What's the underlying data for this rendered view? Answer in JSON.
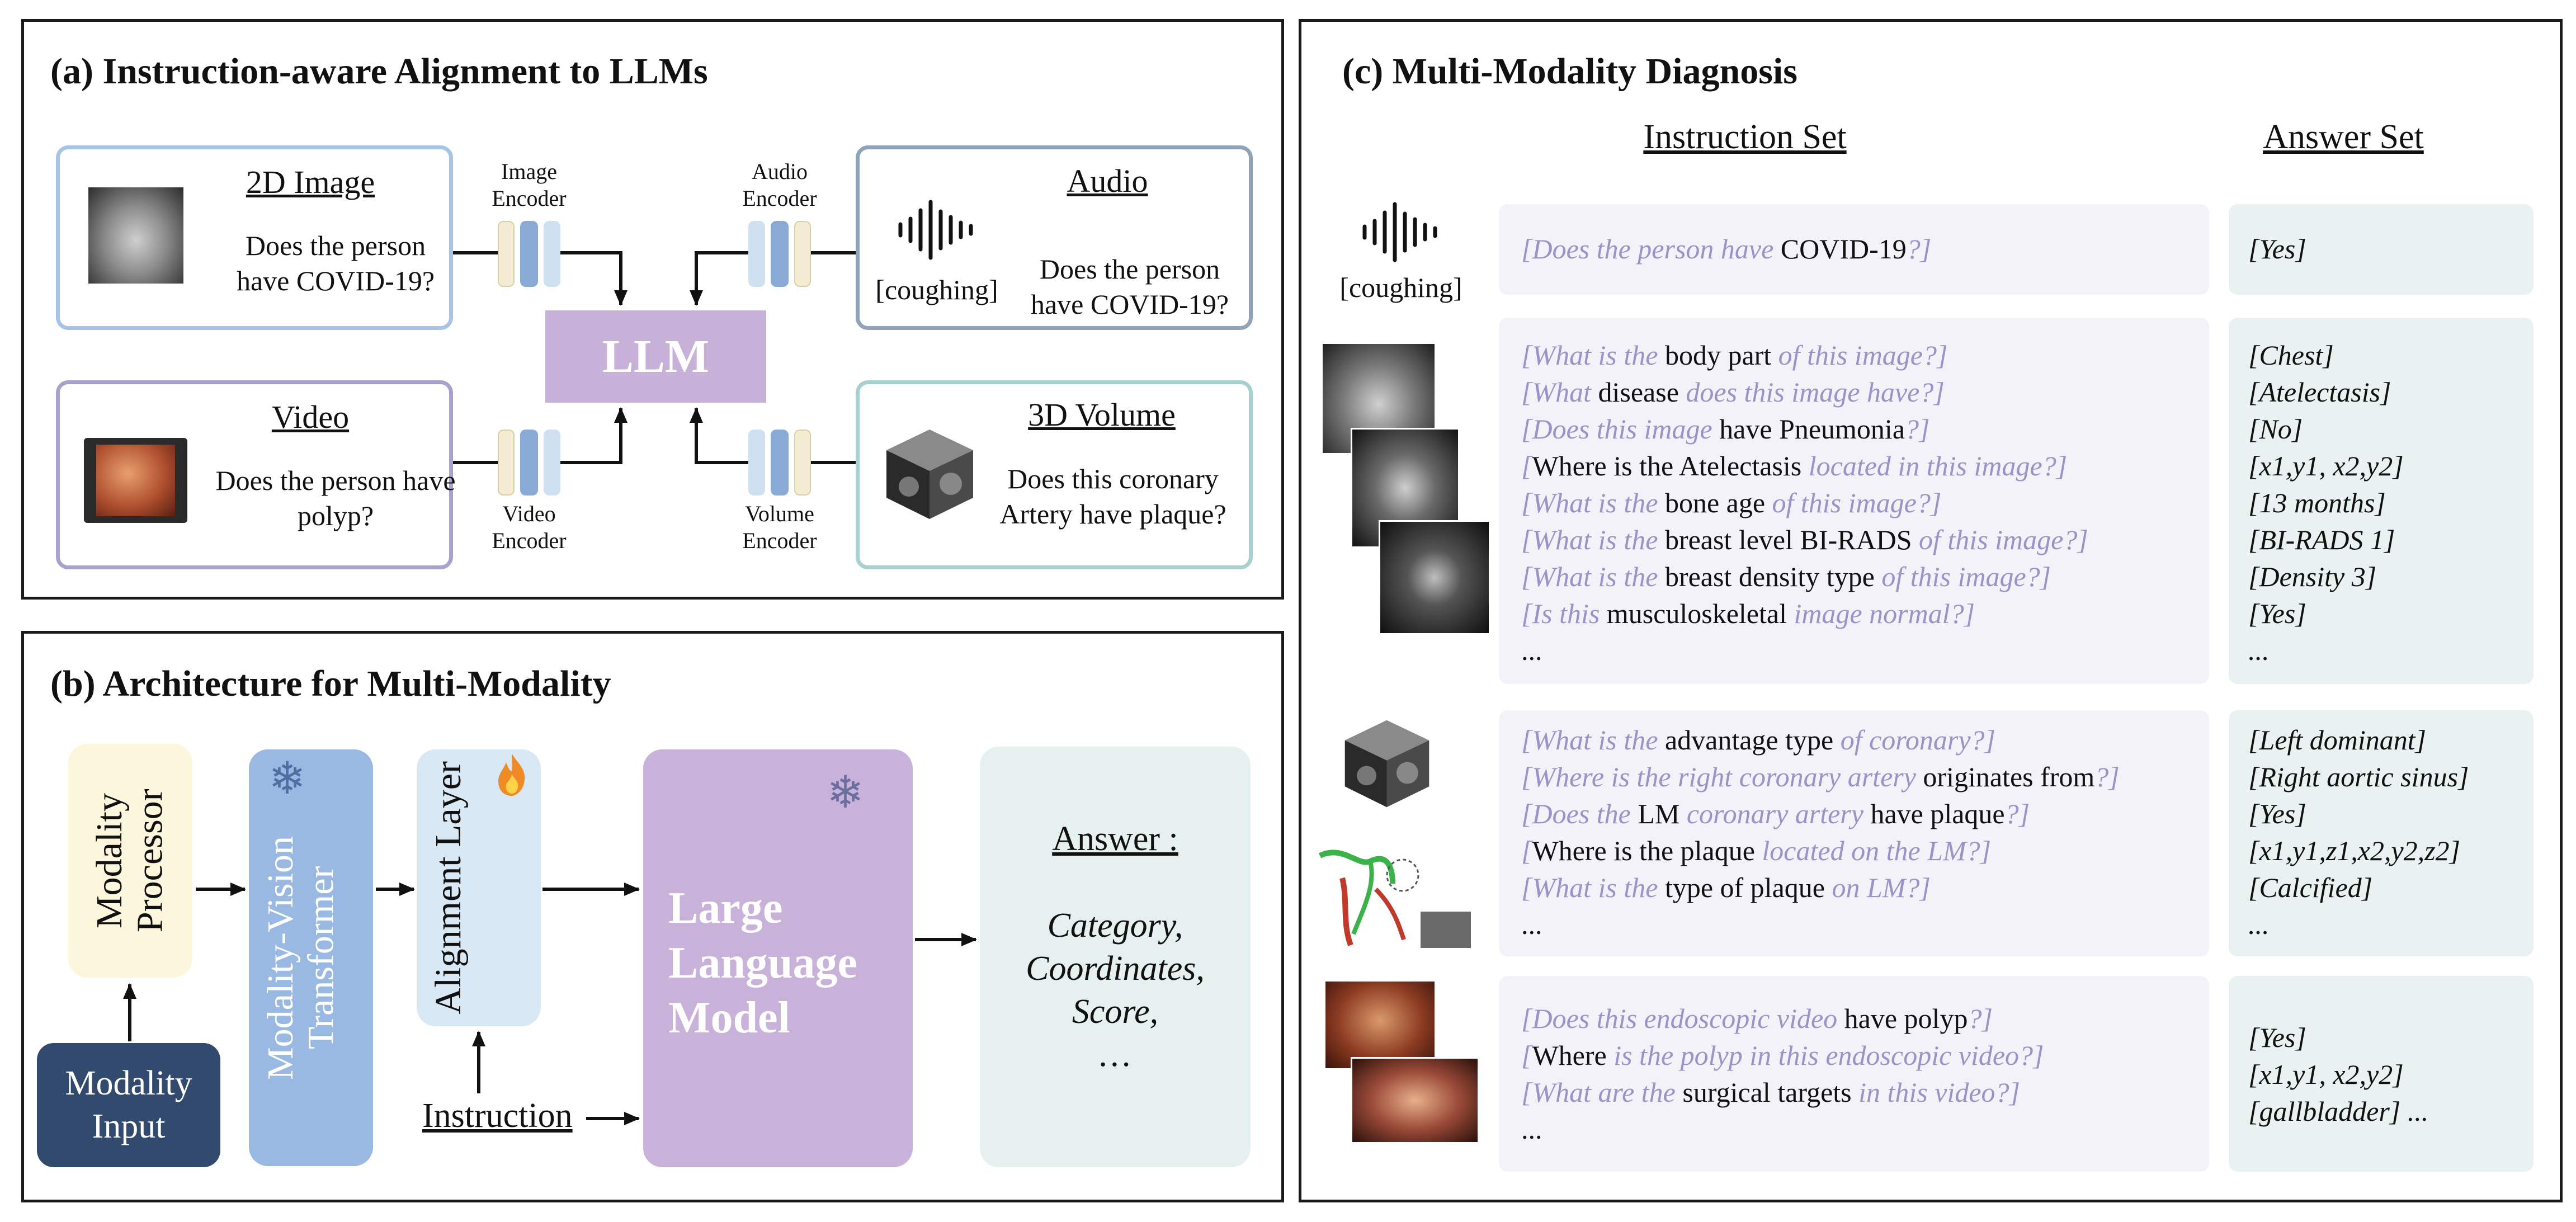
{
  "panel_a": {
    "title": "(a) Instruction-aware Alignment to LLMs",
    "image_card": {
      "title": "2D Image",
      "text": "Does the person have COVID-19?"
    },
    "audio_card": {
      "title": "Audio",
      "caption": "[coughing]",
      "text": "Does the person have COVID-19?"
    },
    "video_card": {
      "title": "Video",
      "text": "Does the person have polyp?"
    },
    "volume_card": {
      "title": "3D Volume",
      "text": "Does this coronary Artery have plaque?"
    },
    "encoders": {
      "image": "Image Encoder",
      "audio": "Audio Encoder",
      "video": "Video Encoder",
      "volume": "Volume Encoder"
    },
    "llm": "LLM"
  },
  "panel_b": {
    "title": "(b) Architecture for Multi-Modality",
    "modality_processor": "Modality Processor",
    "modality_input": "Modality Input",
    "vision_transformer": "Modality-Vision Transformer",
    "alignment_layer": "Alignment Layer",
    "instruction": "Instruction",
    "llm": "Large Language Model",
    "answer_title": "Answer :",
    "answer_items": [
      "Category,",
      "Coordinates,",
      "Score,",
      "…"
    ]
  },
  "panel_c": {
    "title": "(c) Multi-Modality Diagnosis",
    "instruction_header": "Instruction Set",
    "answer_header": "Answer Set",
    "audio_caption": "[coughing]",
    "rows": [
      {
        "instructions": [
          [
            [
              "[Does the person have ",
              "h"
            ],
            [
              "COVID-19",
              "b"
            ],
            [
              "?]",
              "h"
            ]
          ]
        ],
        "answers": [
          "[Yes]"
        ]
      },
      {
        "instructions": [
          [
            [
              "[What is the ",
              "h"
            ],
            [
              "body part",
              "b"
            ],
            [
              " of this image?]",
              "h"
            ]
          ],
          [
            [
              "[What ",
              "h"
            ],
            [
              "disease",
              "b"
            ],
            [
              " does this image have?]",
              "h"
            ]
          ],
          [
            [
              "[Does this image ",
              "h"
            ],
            [
              "have Pneumonia",
              "b"
            ],
            [
              "?]",
              "h"
            ]
          ],
          [
            [
              "[",
              "h"
            ],
            [
              "Where is the Atelectasis",
              "b"
            ],
            [
              " located in this image?]",
              "h"
            ]
          ],
          [
            [
              "[What is the ",
              "h"
            ],
            [
              "bone age",
              "b"
            ],
            [
              " of this image?]",
              "h"
            ]
          ],
          [
            [
              "[What is the ",
              "h"
            ],
            [
              "breast level BI-RADS",
              "b"
            ],
            [
              " of this image?]",
              "h"
            ]
          ],
          [
            [
              "[What is the ",
              "h"
            ],
            [
              "breast density type",
              "b"
            ],
            [
              " of this image?]",
              "h"
            ]
          ],
          [
            [
              "[Is this ",
              "h"
            ],
            [
              "musculoskeletal",
              "b"
            ],
            [
              " image normal?]",
              "h"
            ]
          ],
          [
            [
              "...",
              "b"
            ]
          ]
        ],
        "answers": [
          "[Chest]",
          "[Atelectasis]",
          "[No]",
          "[x1,y1, x2,y2]",
          "[13 months]",
          "[BI-RADS 1]",
          "[Density 3]",
          "[Yes]",
          "..."
        ]
      },
      {
        "instructions": [
          [
            [
              "[What is the ",
              "h"
            ],
            [
              "advantage type",
              "b"
            ],
            [
              " of coronary?]",
              "h"
            ]
          ],
          [
            [
              "[Where is the right coronary artery ",
              "h"
            ],
            [
              "originates from",
              "b"
            ],
            [
              "?]",
              "h"
            ]
          ],
          [
            [
              "[Does the ",
              "h"
            ],
            [
              "LM",
              "b"
            ],
            [
              " coronary artery ",
              "h"
            ],
            [
              "have plaque",
              "b"
            ],
            [
              "?]",
              "h"
            ]
          ],
          [
            [
              "[",
              "h"
            ],
            [
              "Where is the plaque",
              "b"
            ],
            [
              " located on the LM?]",
              "h"
            ]
          ],
          [
            [
              "[What is the ",
              "h"
            ],
            [
              "type of  plaque",
              "b"
            ],
            [
              " on LM?]",
              "h"
            ]
          ],
          [
            [
              "...",
              "b"
            ]
          ]
        ],
        "answers": [
          "[Left dominant]",
          "[Right aortic sinus]",
          "[Yes]",
          "[x1,y1,z1,x2,y2,z2]",
          "[Calcified]",
          "..."
        ]
      },
      {
        "instructions": [
          [
            [
              "[Does this endoscopic video ",
              "h"
            ],
            [
              "have polyp",
              "b"
            ],
            [
              "?]",
              "h"
            ]
          ],
          [
            [
              "[",
              "h"
            ],
            [
              "Where",
              "b"
            ],
            [
              " is the polyp in this endoscopic video?]",
              "h"
            ]
          ],
          [
            [
              "[What are the ",
              "h"
            ],
            [
              "surgical targets",
              "b"
            ],
            [
              " in this video?]",
              "h"
            ]
          ],
          [
            [
              "...",
              "b"
            ]
          ]
        ],
        "answers": [
          "[Yes]",
          "[x1,y1, x2,y2]",
          "[gallbladder] ..."
        ]
      }
    ]
  },
  "colors": {
    "image_border": "#a7c4e6",
    "audio_border": "#8fa3b9",
    "video_border": "#a7a3cc",
    "volume_border": "#a6d1d0",
    "llm_fill": "#c7b1d8",
    "encoder_dark": "#8aaad6",
    "encoder_light": "#cfe0f1",
    "encoder_cream": "#f3ecd2",
    "processor_fill": "#fcf6dc",
    "input_fill": "#324a6d",
    "vit_fill": "#9ab9e2",
    "align_fill": "#d9e8f5",
    "big_llm_fill": "#c8b2d9",
    "answer_fill": "#e6f1ef",
    "instr_fill": "#f4f2f9",
    "ans_fill": "#e9f2f0",
    "highlight_text": "#9c92c7"
  }
}
